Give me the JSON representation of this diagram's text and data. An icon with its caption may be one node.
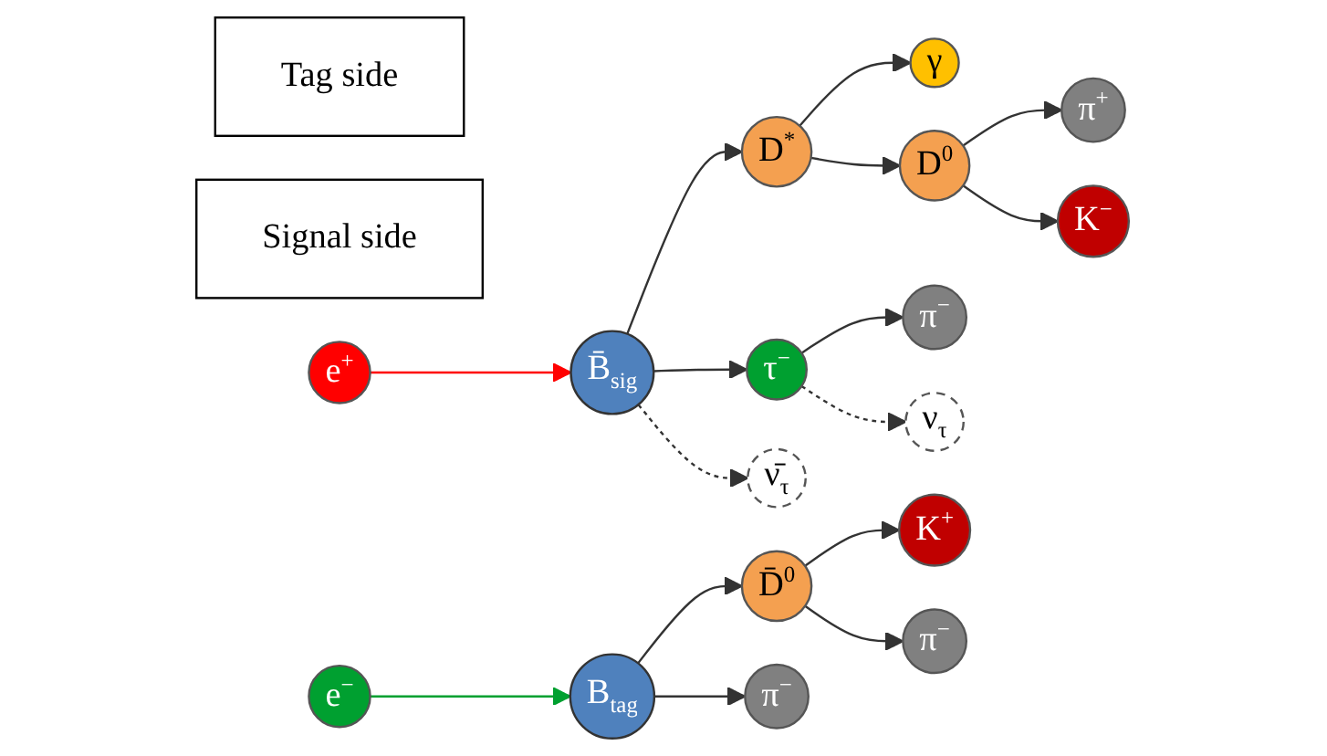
{
  "diagram": {
    "nodes": [
      {
        "text": [
          "Tag side"
        ]
      },
      {
        "text": [
          "Signal side"
        ]
      },
      {
        "text": [
          "e$^{+}$"
        ]
      },
      {
        "text": [
          "γ"
        ]
      },
      {
        "text": [
          "π$^{+}$"
        ]
      },
      {
        "text": [
          "K$^{+}$"
        ]
      },
      {
        "text": [
          "D̄$^{0}$"
        ]
      },
      {
        "text": [
          "D$^{*}$"
        ]
      },
      {
        "text": [
          "D$^{0}$"
        ]
      },
      {
        "text": [
          "K$^{−}$"
        ]
      },
      {
        "text": [
          "B̄$_{sig}$"
        ]
      },
      {
        "text": [
          "B$_{tag}$"
        ]
      },
      {
        "text": [
          "τ$^{−}$"
        ]
      },
      {
        "text": [
          "π$^{−}$"
        ]
      },
      {
        "text": [
          "π$^{−}$"
        ]
      },
      {
        "text": [
          "π$^{−}$"
        ]
      },
      {
        "text": [
          "ν̄$_{τ}$"
        ]
      },
      {
        "text": [
          "ν$_{τ}$"
        ]
      },
      {
        "text": [
          "e$^{−}$"
        ]
      }
    ],
    "edges": [
      {
        "from": 2,
        "to": 10,
        "arrow": "to",
        "color": "#ff0000"
      },
      {
        "from": 18,
        "to": 11,
        "arrow": "to",
        "color": "#00a030"
      },
      {
        "from": 11,
        "to": 6,
        "arrow": "to"
      },
      {
        "from": 11,
        "to": 15,
        "arrow": "to"
      },
      {
        "from": 6,
        "to": 5,
        "arrow": "to"
      },
      {
        "from": 6,
        "to": 13,
        "arrow": "to"
      },
      {
        "from": 10,
        "to": 7,
        "arrow": "to"
      },
      {
        "from": 10,
        "to": 12,
        "arrow": "to"
      },
      {
        "from": 10,
        "to": 16,
        "arrow": "to",
        "style": "dashed"
      },
      {
        "from": 7,
        "to": 3,
        "arrow": "to"
      },
      {
        "from": 7,
        "to": 8,
        "arrow": "to"
      },
      {
        "from": 8,
        "to": 4,
        "arrow": "to"
      },
      {
        "from": 8,
        "to": 9,
        "arrow": "to"
      },
      {
        "from": 12,
        "to": 14,
        "arrow": "to"
      },
      {
        "from": 12,
        "to": 17,
        "arrow": "to",
        "style": "dashed"
      }
    ]
  }
}
